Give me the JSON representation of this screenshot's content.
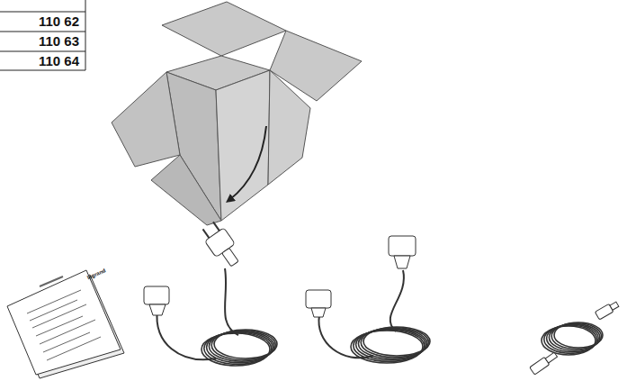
{
  "diagram": {
    "labels": [
      "110 62",
      "110 63",
      "110 64",
      "legrand"
    ]
  }
}
